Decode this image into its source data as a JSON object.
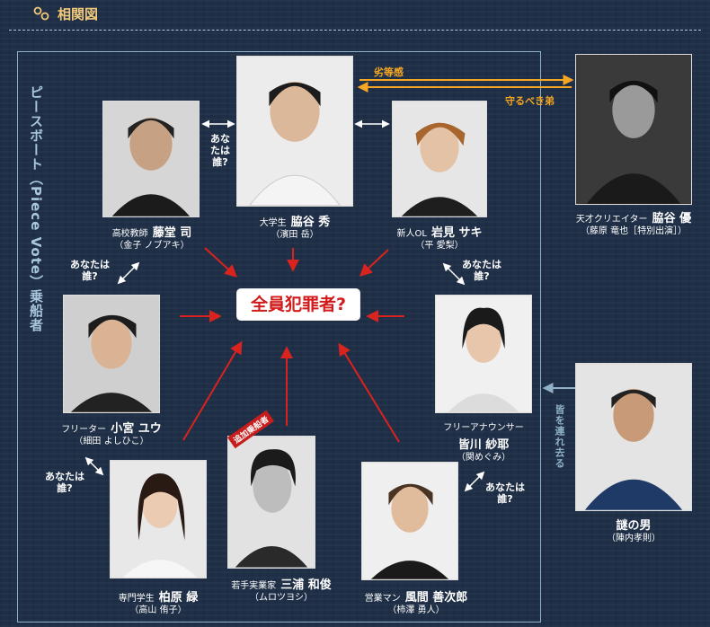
{
  "header": {
    "title": "相関図"
  },
  "labels": {
    "frame_vertical": "ピースボート（Piece Vote）乗船者",
    "center": "全員犯罪者?",
    "inferiority": "劣等感",
    "protect_brother": "守るべき弟",
    "who_are_you": "あなたは誰?",
    "take_away": "皆を連れ去る",
    "added_badge": "追加乗船者"
  },
  "characters": [
    {
      "id": "todo",
      "role": "高校教師",
      "name": "藤堂 司",
      "actor": "（金子 ノブアキ）"
    },
    {
      "id": "wakiya_shu",
      "role": "大学生",
      "name": "脇谷 秀",
      "actor": "（濱田 岳）"
    },
    {
      "id": "iwami",
      "role": "新人OL",
      "name": "岩見 サキ",
      "actor": "（平 愛梨）"
    },
    {
      "id": "wakiya_yu",
      "role": "天才クリエイター",
      "name": "脇谷 優",
      "actor": "（藤原 竜也［特別出演］）"
    },
    {
      "id": "komiya",
      "role": "フリーター",
      "name": "小宮 ユウ",
      "actor": "（細田 よしひこ）"
    },
    {
      "id": "minagawa",
      "role": "フリーアナウンサー",
      "name": "皆川 紗耶",
      "actor": "（関めぐみ）"
    },
    {
      "id": "nazo",
      "role": "",
      "name": "謎の男",
      "actor": "（陣内孝則）"
    },
    {
      "id": "kashiwabara",
      "role": "専門学生",
      "name": "柏原 緑",
      "actor": "（高山 侑子）"
    },
    {
      "id": "miura",
      "role": "若手実業家",
      "name": "三浦 和俊",
      "actor": "（ムロツヨシ）"
    },
    {
      "id": "kazama",
      "role": "営業マン",
      "name": "風間 善次郎",
      "actor": "（柿澤 勇人）"
    }
  ],
  "colors": {
    "background": "#1f2f47",
    "header": "#f1c97a",
    "arrow_red": "#d9231f",
    "arrow_orange": "#f5a623",
    "arrow_blue": "#8fb1c8",
    "center_text": "#d11a1a"
  }
}
